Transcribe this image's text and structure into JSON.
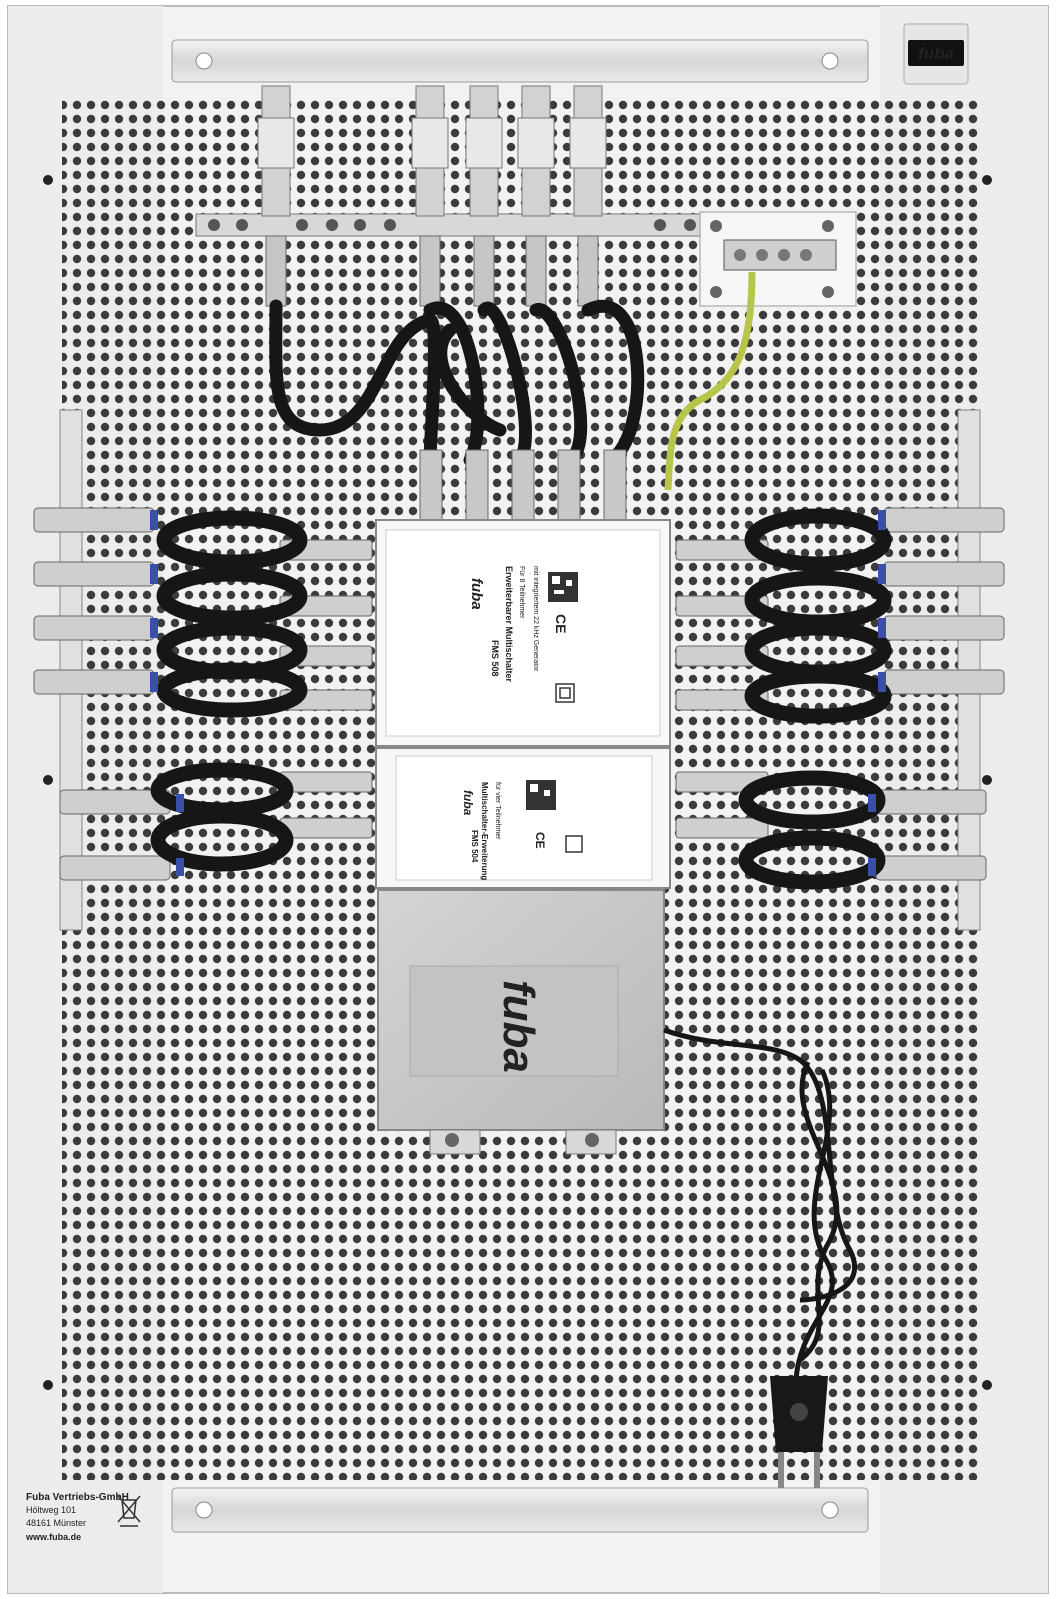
{
  "brand": {
    "logo_text": "fuba",
    "accent": "#111111"
  },
  "multiswitch_main": {
    "brand_text": "fuba",
    "model": "FMS 508",
    "product_line": "Erweiterbarer Multischalter",
    "feature_1": "Für 8 Teilnehmer",
    "feature_2": "mit integriertem 22 kHz Generator",
    "ce_mark": "CE"
  },
  "multiswitch_ext": {
    "brand_text": "fuba",
    "model": "FMS 504",
    "product_line": "Multischalter-Erweiterung",
    "feature_1": "für vier Teilnehmer",
    "ce_mark": "CE"
  },
  "power_supply": {
    "brand_text": "fuba"
  },
  "manufacturer_label": {
    "company": "Fuba Vertriebs-GmbH",
    "street": "Höltweg 101",
    "city": "48161 Münster",
    "website": "www.fuba.de"
  },
  "colors": {
    "panel": "#efefef",
    "rail": "#e2e2e2",
    "cable": "#161616",
    "connector": "#c9c9c9",
    "ring": "#3a4fa8",
    "ground_wire": "#b7c54a",
    "psu": "#c8c8c8"
  }
}
